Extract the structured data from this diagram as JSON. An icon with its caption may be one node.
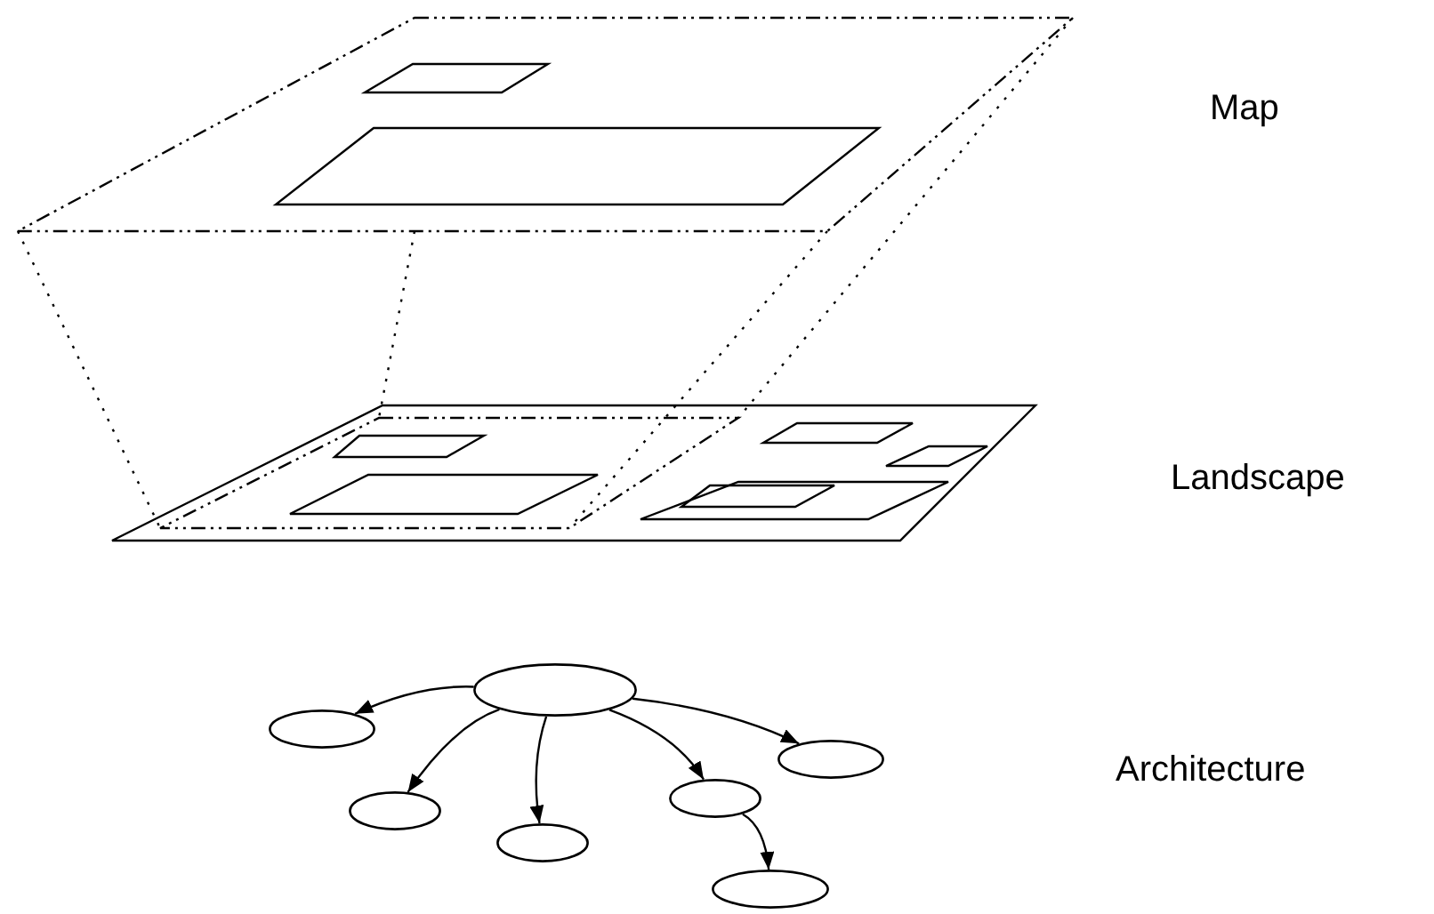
{
  "diagram": {
    "nodes": [
      {
        "text": [],
        "shape": "ellipse"
      },
      {
        "text": [],
        "shape": "ellipse"
      },
      {
        "text": [],
        "shape": "ellipse"
      },
      {
        "text": [],
        "shape": "ellipse"
      },
      {
        "text": [],
        "shape": "ellipse"
      },
      {
        "text": [],
        "shape": "ellipse"
      },
      {
        "text": [],
        "shape": "ellipse"
      }
    ],
    "edges": [
      {
        "from": 0,
        "to": 1,
        "arrow": "to"
      },
      {
        "from": 0,
        "to": 4,
        "arrow": "to"
      },
      {
        "from": 0,
        "to": 5,
        "arrow": "to"
      },
      {
        "from": 0,
        "to": 3,
        "arrow": "to"
      },
      {
        "from": 0,
        "to": 2,
        "arrow": "to"
      },
      {
        "from": 3,
        "to": 6,
        "arrow": "to"
      }
    ],
    "labels": [
      "Map",
      "Landscape",
      "Architecture"
    ]
  }
}
